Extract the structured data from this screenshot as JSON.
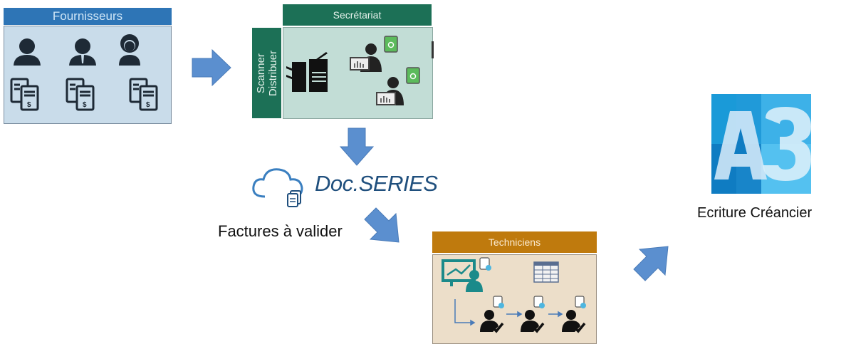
{
  "diagram": {
    "fournisseurs": {
      "title": "Fournisseurs",
      "people": [
        "person-icon",
        "businessman-icon",
        "woman-icon"
      ],
      "documents": [
        "invoice-icon",
        "invoice-icon",
        "invoice-icon"
      ]
    },
    "secretariat": {
      "title": "Secrétariat",
      "side_tab": [
        "Scanner",
        "Distribuer"
      ]
    },
    "docseries": {
      "logo_text": "Doc.SERIES",
      "caption": "Factures à valider"
    },
    "techniciens": {
      "title": "Techniciens"
    },
    "a3": {
      "logo_text": "A3",
      "caption": "Ecriture Créancier"
    },
    "colors": {
      "arrow": "#5b8fcf",
      "fournisseurs": "#2e75b6",
      "secretariat": "#1c7056",
      "techniciens": "#bf7a0d"
    }
  }
}
